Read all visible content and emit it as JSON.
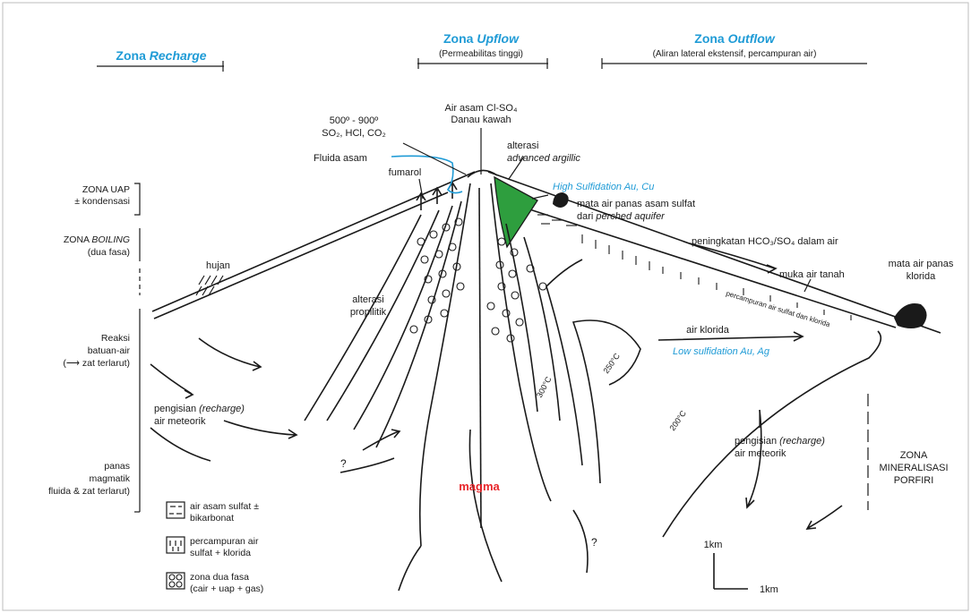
{
  "zones": {
    "recharge": {
      "prefix": "Zona ",
      "name": "Recharge"
    },
    "upflow": {
      "prefix": "Zona ",
      "name": "Upflow",
      "sub": "(Permeabilitas tinggi)"
    },
    "outflow": {
      "prefix": "Zona ",
      "name": "Outflow",
      "sub": "(Aliran lateral ekstensif, percampuran air)"
    }
  },
  "left_column": {
    "zona_uap": [
      "ZONA UAP",
      "± kondensasi"
    ],
    "zona_boiling": {
      "line1_prefix": "ZONA ",
      "line1_italic": "BOILING",
      "line2": "(dua fasa)"
    },
    "reaksi": [
      "Reaksi",
      "batuan-air",
      "(⟶ zat terlarut)"
    ],
    "pengisian": {
      "line1_prefix": "pengisian ",
      "line1_italic": "(recharge)",
      "line2": "air meteorik"
    },
    "panas": [
      "panas",
      "magmatik",
      "fluida & zat terlarut)"
    ]
  },
  "labels": {
    "temp": "500º - 900º",
    "gases": "SO₂, HCl, CO₂",
    "air_asam": "Air asam Cl-SO₄",
    "danau": "Danau kawah",
    "fluida_asam": "Fluida asam",
    "fumarol": "fumarol",
    "alterasi": "alterasi",
    "advanced": "advanced argillic",
    "high_sulf": "High Sulfidation Au, Cu",
    "mata_air_1": "mata air panas asam sulfat",
    "dari": "dari ",
    "perched": "perched aquifer",
    "hco3": "peningkatan HCO₃/SO₄ dalam air",
    "muka_air": "muka air tanah",
    "mata_air_2": [
      "mata air panas",
      "klorida"
    ],
    "percampuran_slope": "percampuran air sulfat dan klorida",
    "hujan": "hujan",
    "alterasi_prop": [
      "alterasi",
      "propilitik"
    ],
    "air_klorida": "air klorida",
    "low_sulf": "Low sulfidation Au, Ag",
    "t300": "300°C",
    "t250": "250°C",
    "t200": "200°C",
    "magma": "magma",
    "question": "?",
    "pengisian_right": {
      "line1_prefix": "pengisian ",
      "line1_italic": "(recharge)",
      "line2": "air meteorik"
    },
    "porfiri": [
      "ZONA",
      "MINERALISASI",
      "PORFIRI"
    ],
    "scale_v": "1km",
    "scale_h": "1km"
  },
  "legend": [
    {
      "icon": "sulfate-water-icon",
      "lines": [
        "air asam sulfat ±",
        "bikarbonat"
      ]
    },
    {
      "icon": "mixing-water-icon",
      "lines": [
        "percampuran air",
        "sulfat + klorida"
      ]
    },
    {
      "icon": "two-phase-icon",
      "lines": [
        "zona dua fasa",
        "(cair + uap + gas)"
      ]
    }
  ],
  "colors": {
    "blue": "#1f9bd6",
    "red": "#e8262b",
    "green": "#2e9e3e"
  }
}
